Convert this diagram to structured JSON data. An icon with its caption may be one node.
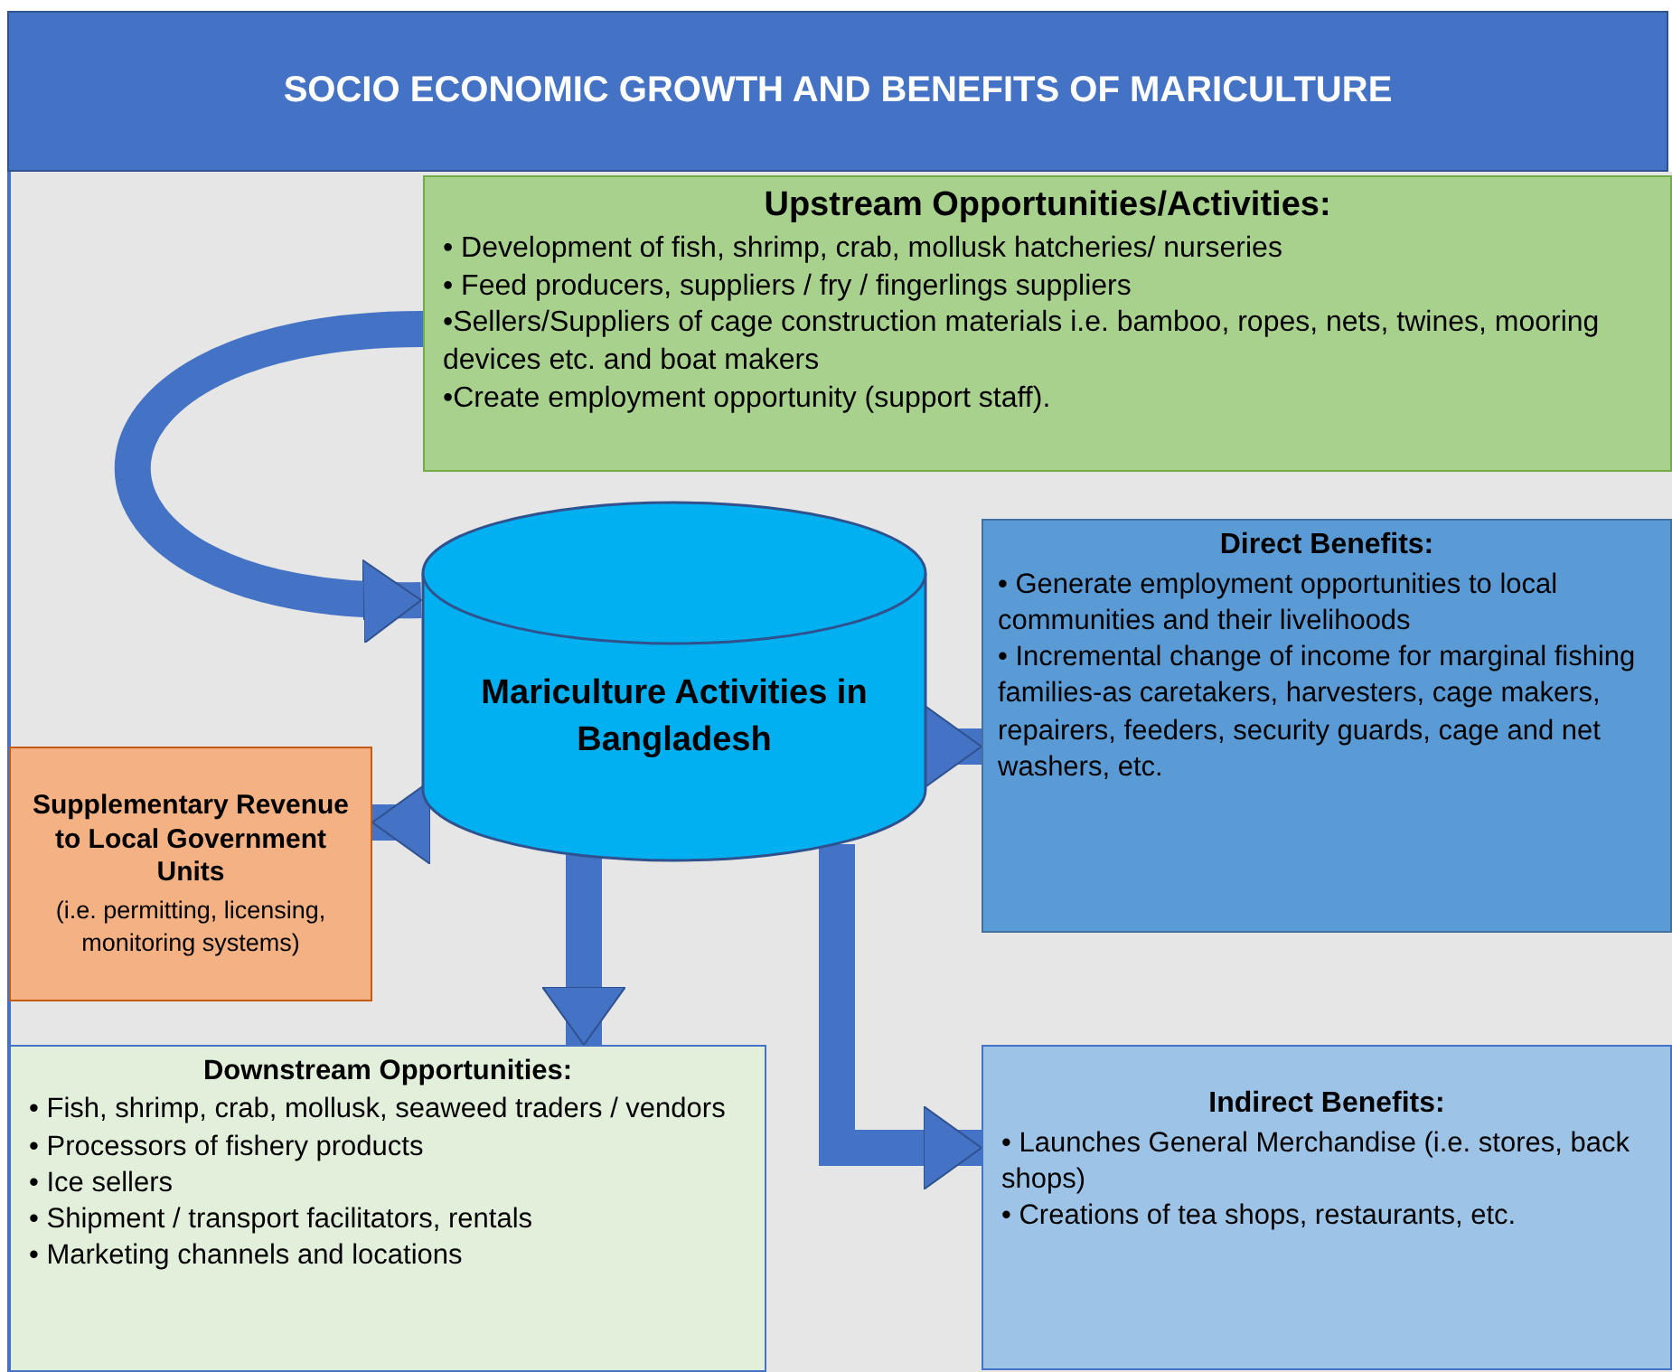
{
  "diagram": {
    "title": "SOCIO ECONOMIC GROWTH AND BENEFITS OF MARICULTURE",
    "nodes": [
      {
        "text": [
          "Upstream Opportunities/Activities:",
          "• Development of fish, shrimp, crab, mollusk hatcheries/ nurseries",
          "• Feed producers, suppliers / fry / fingerlings suppliers",
          "•Sellers/Suppliers of cage construction materials i.e. bamboo, ropes, nets, twines, mooring devices etc. and boat makers",
          "•Create employment opportunity (support staff)."
        ]
      },
      {
        "text": [
          "Mariculture Activities in Bangladesh"
        ]
      },
      {
        "text": [
          "Direct Benefits:",
          "• Generate employment opportunities to local communities and their livelihoods",
          "• Incremental change of income for marginal fishing families-as caretakers, harvesters, cage makers, repairers, feeders, security guards, cage and net washers, etc."
        ]
      },
      {
        "text": [
          "Supplementary Revenue to Local Government Units",
          "(i.e. permitting, licensing, monitoring systems)"
        ]
      },
      {
        "text": [
          "Downstream Opportunities:",
          "• Fish, shrimp, crab, mollusk, seaweed traders / vendors",
          "• Processors of fishery products",
          "• Ice sellers",
          "• Shipment / transport facilitators, rentals",
          "• Marketing channels and locations"
        ]
      },
      {
        "text": [
          "Indirect Benefits:",
          "• Launches General Merchandise (i.e. stores, back shops)",
          "• Creations of tea shops, restaurants, etc."
        ]
      }
    ],
    "edges": [
      {
        "from": 0,
        "to": 1,
        "arrow": "to"
      },
      {
        "from": 1,
        "to": 2,
        "arrow": "to"
      },
      {
        "from": 1,
        "to": 3,
        "arrow": "to"
      },
      {
        "from": 1,
        "to": 4,
        "arrow": "to"
      },
      {
        "from": 1,
        "to": 5,
        "arrow": "to"
      }
    ]
  }
}
